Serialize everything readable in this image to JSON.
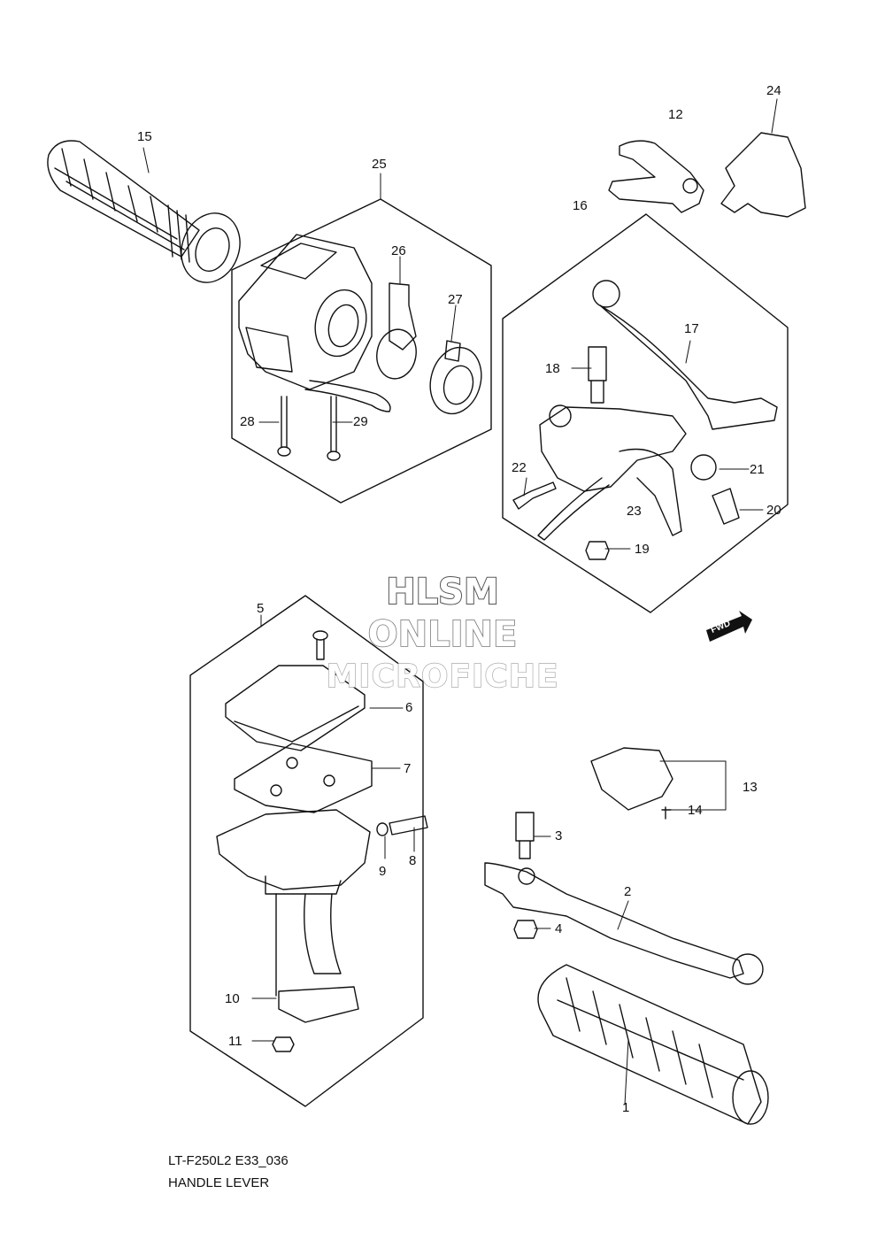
{
  "watermark": {
    "line1": "HLSM",
    "line2": "ONLINE",
    "line3": "MICROFICHE"
  },
  "caption": {
    "model_code": "LT-F250L2 E33_036",
    "title": "HANDLE LEVER"
  },
  "fwd_label": "FWD",
  "callouts": [
    "1",
    "2",
    "3",
    "4",
    "5",
    "6",
    "7",
    "8",
    "9",
    "10",
    "11",
    "12",
    "13",
    "14",
    "15",
    "16",
    "17",
    "18",
    "19",
    "20",
    "21",
    "22",
    "23",
    "24",
    "25",
    "26",
    "27",
    "28",
    "29"
  ],
  "colors": {
    "line": "#111111",
    "background": "#ffffff"
  }
}
